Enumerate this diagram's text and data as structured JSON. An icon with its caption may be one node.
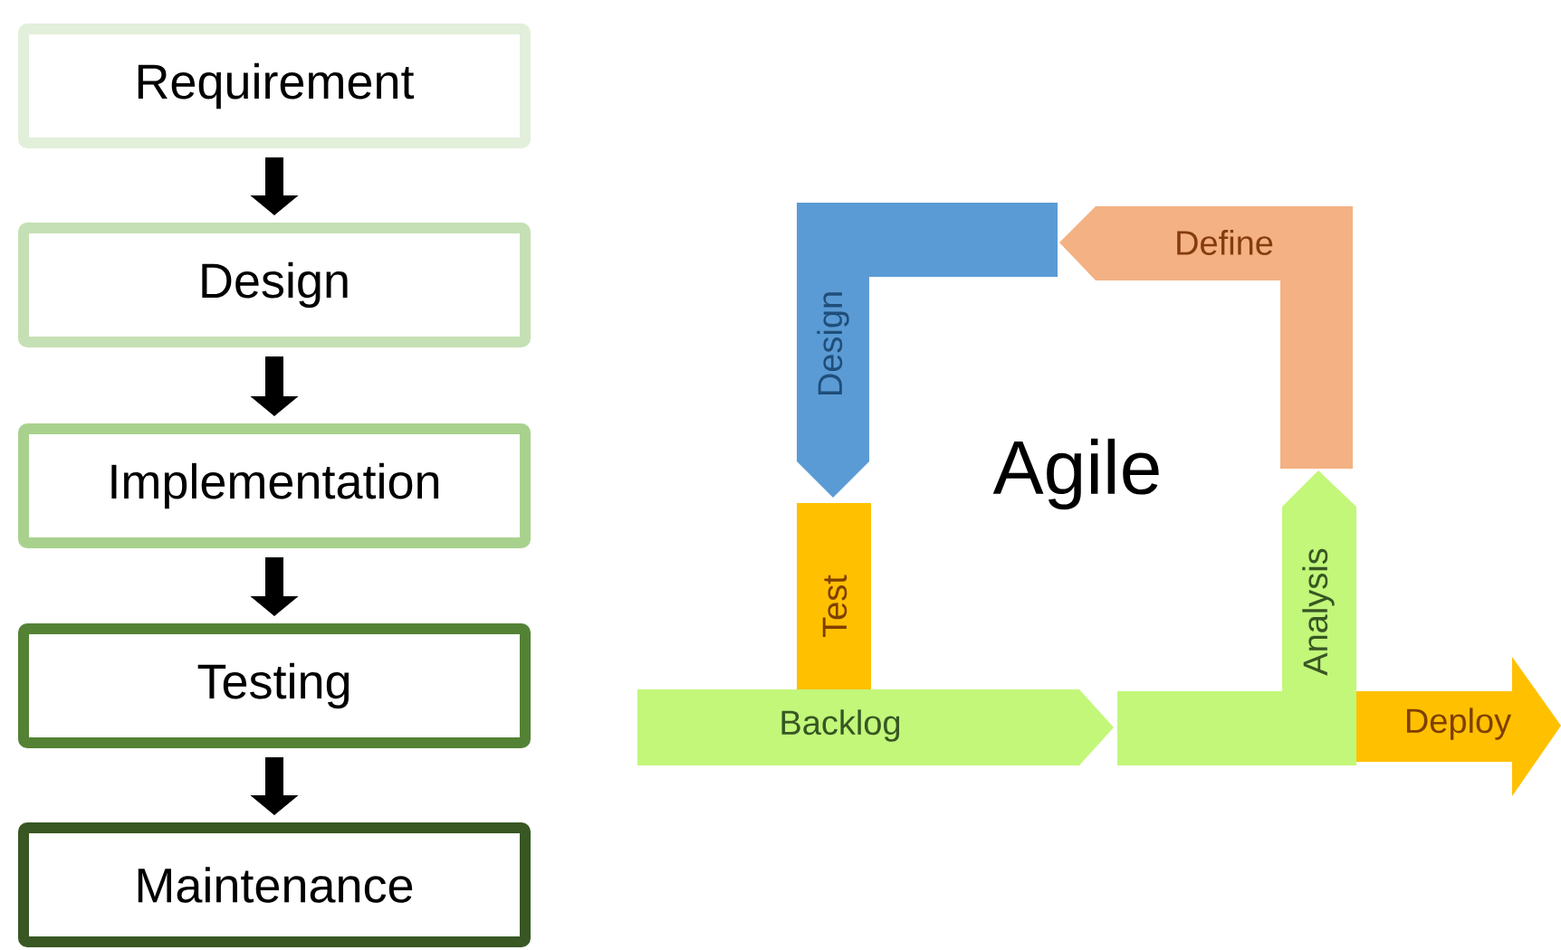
{
  "diagram": {
    "nodes": [
      {
        "text": [
          "Requirement"
        ]
      },
      {
        "text": [
          "Design"
        ]
      },
      {
        "text": [
          "Implementation"
        ]
      },
      {
        "text": [
          "Testing"
        ]
      },
      {
        "text": [
          "Maintenance"
        ]
      },
      {
        "text": [
          "Design"
        ]
      },
      {
        "text": [
          "Define"
        ]
      },
      {
        "text": [
          "Test"
        ]
      },
      {
        "text": [
          "Analysis"
        ]
      },
      {
        "text": [
          "Backlog"
        ]
      },
      {
        "text": [
          "Deploy"
        ]
      }
    ],
    "edges": [
      {
        "from": 0,
        "to": 1,
        "arrow": "to"
      },
      {
        "from": 1,
        "to": 2,
        "arrow": "to"
      },
      {
        "from": 2,
        "to": 3,
        "arrow": "to"
      },
      {
        "from": 3,
        "to": 4,
        "arrow": "to"
      }
    ],
    "labels": [
      "Agile"
    ]
  }
}
